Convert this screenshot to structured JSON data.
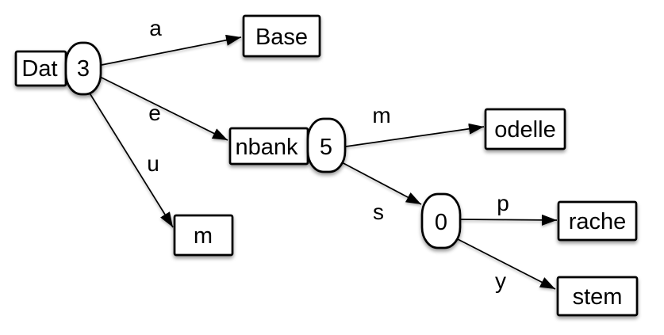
{
  "diagram": {
    "type": "trie",
    "background_color": "#ffffff",
    "colors": {
      "node_fill": "#ffffff",
      "node_stroke": "#000000",
      "edge_stroke": "#000000",
      "text": "#000000"
    },
    "nodes": {
      "root": {
        "prefix": "Dat",
        "count": "3"
      },
      "base": {
        "label": "Base"
      },
      "nbank": {
        "prefix": "nbank",
        "count": "5"
      },
      "m_leaf": {
        "label": "m"
      },
      "odelle": {
        "label": "odelle"
      },
      "zero": {
        "count": "0"
      },
      "rache": {
        "label": "rache"
      },
      "stem": {
        "label": "stem"
      }
    },
    "edges": {
      "a": {
        "label": "a"
      },
      "e": {
        "label": "e"
      },
      "u": {
        "label": "u"
      },
      "m": {
        "label": "m"
      },
      "s": {
        "label": "s"
      },
      "p": {
        "label": "p"
      },
      "y": {
        "label": "y"
      }
    }
  }
}
